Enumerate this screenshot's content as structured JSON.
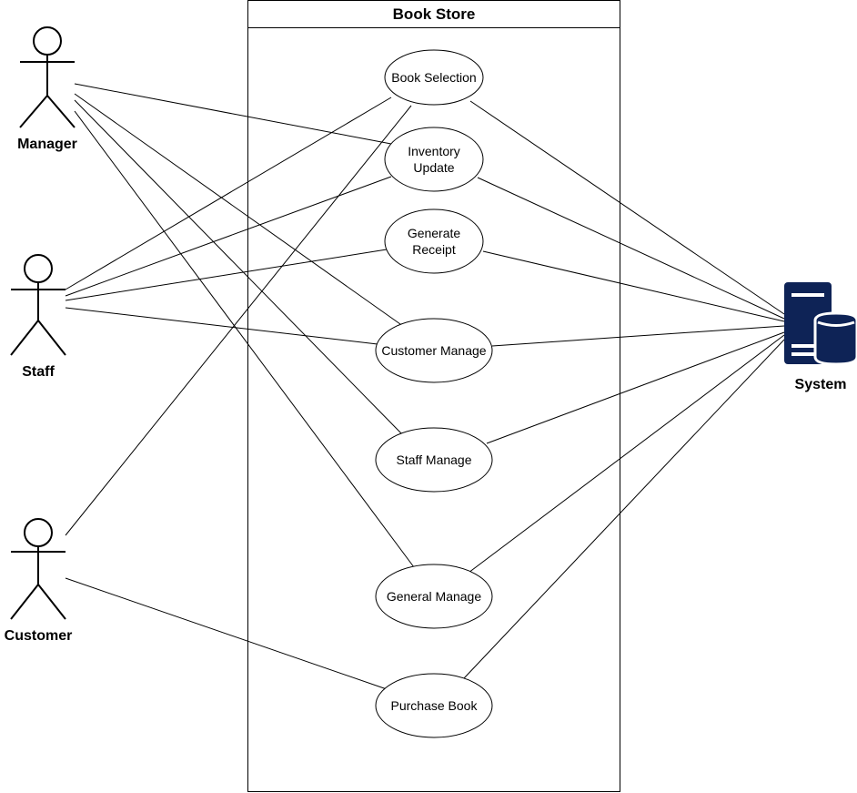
{
  "system_boundary": {
    "title": "Book Store"
  },
  "actors": {
    "manager": {
      "label": "Manager"
    },
    "staff": {
      "label": "Staff"
    },
    "customer": {
      "label": "Customer"
    },
    "system": {
      "label": "System",
      "icon": "server-database-icon",
      "color": "#0e2356"
    }
  },
  "use_cases": {
    "book_selection": {
      "lines": [
        "Book Selection"
      ]
    },
    "inventory_update": {
      "lines": [
        "Inventory",
        "Update"
      ]
    },
    "generate_receipt": {
      "lines": [
        "Generate",
        "Receipt"
      ]
    },
    "customer_manage": {
      "lines": [
        "Customer Manage"
      ]
    },
    "staff_manage": {
      "lines": [
        "Staff Manage"
      ]
    },
    "general_manage": {
      "lines": [
        "General Manage"
      ]
    },
    "purchase_book": {
      "lines": [
        "Purchase Book"
      ]
    }
  },
  "associations": [
    {
      "actor": "manager",
      "use_case": "inventory_update"
    },
    {
      "actor": "manager",
      "use_case": "customer_manage"
    },
    {
      "actor": "manager",
      "use_case": "staff_manage"
    },
    {
      "actor": "manager",
      "use_case": "general_manage"
    },
    {
      "actor": "staff",
      "use_case": "book_selection"
    },
    {
      "actor": "staff",
      "use_case": "inventory_update"
    },
    {
      "actor": "staff",
      "use_case": "generate_receipt"
    },
    {
      "actor": "staff",
      "use_case": "customer_manage"
    },
    {
      "actor": "customer",
      "use_case": "book_selection"
    },
    {
      "actor": "customer",
      "use_case": "purchase_book"
    },
    {
      "actor": "system",
      "use_case": "book_selection"
    },
    {
      "actor": "system",
      "use_case": "inventory_update"
    },
    {
      "actor": "system",
      "use_case": "generate_receipt"
    },
    {
      "actor": "system",
      "use_case": "customer_manage"
    },
    {
      "actor": "system",
      "use_case": "staff_manage"
    },
    {
      "actor": "system",
      "use_case": "general_manage"
    },
    {
      "actor": "system",
      "use_case": "purchase_book"
    }
  ]
}
